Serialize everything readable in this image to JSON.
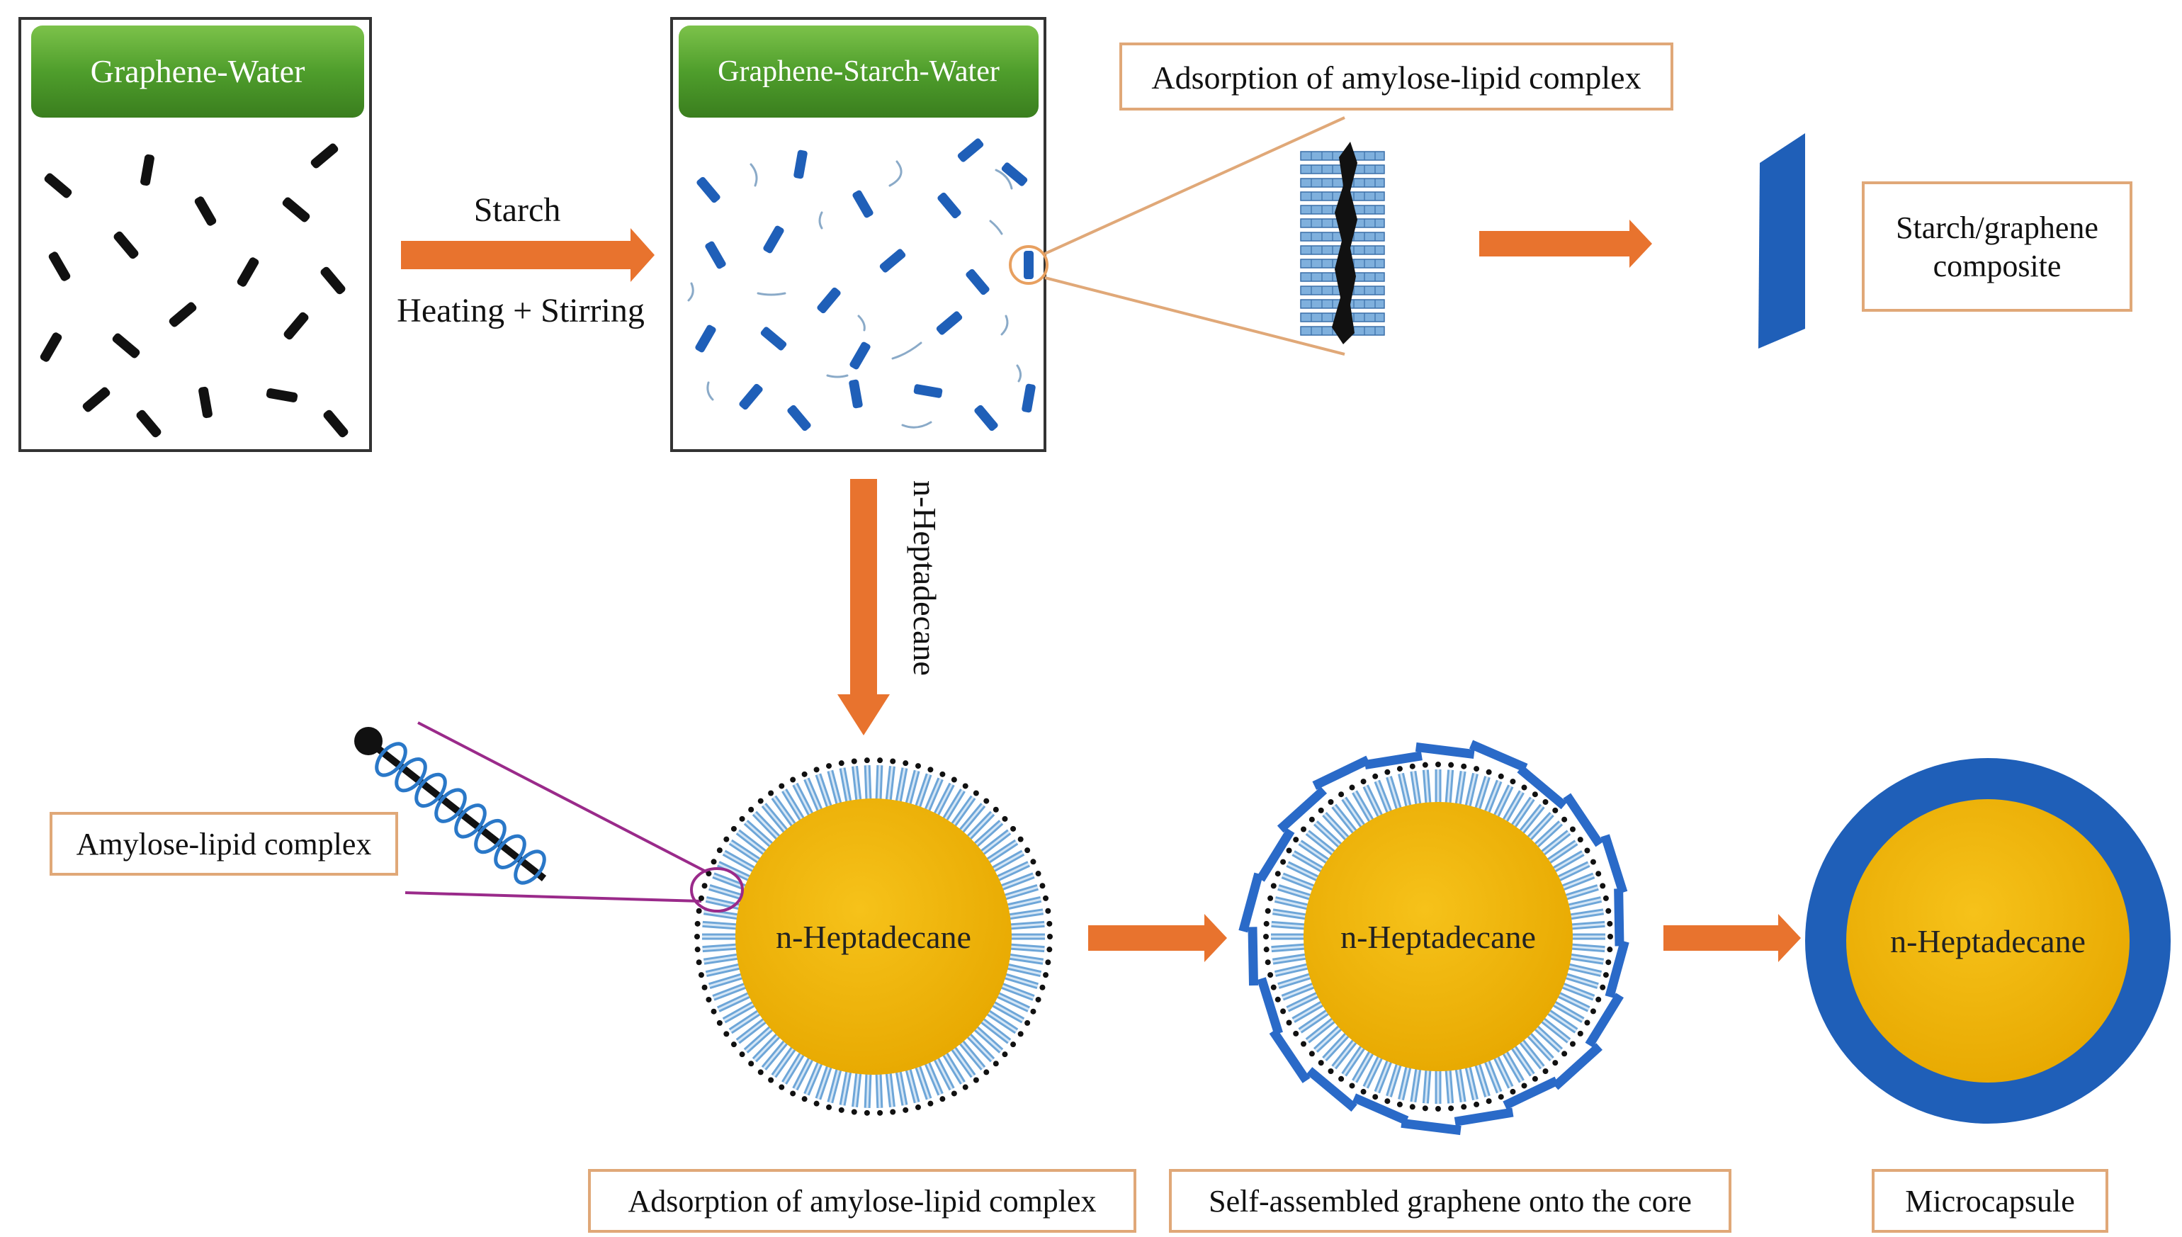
{
  "diagram": {
    "panel1": {
      "title": "Graphene-Water"
    },
    "panel2": {
      "title": "Graphene-Starch-Water"
    },
    "step1": {
      "top": "Starch",
      "bottom": "Heating + Stirring"
    },
    "zoom_box": {
      "label": "Adsorption of amylose-lipid complex"
    },
    "composite_box": {
      "line1": "Starch/graphene",
      "line2": "composite"
    },
    "vertical_step": {
      "label": "n-Heptadecane"
    },
    "complex_box": {
      "label": "Amylose-lipid complex"
    },
    "core1": {
      "label": "n-Heptadecane"
    },
    "core2": {
      "label": "n-Heptadecane"
    },
    "core3": {
      "label": "n-Heptadecane"
    },
    "bottom_boxes": {
      "b1": "Adsorption of amylose-lipid complex",
      "b2": "Self-assembled graphene onto the core",
      "b3": "Microcapsule"
    },
    "colors": {
      "green_header": "#4a9a2a",
      "arrow_orange": "#e8732e",
      "box_border": "#e0a878",
      "graphene_blue": "#1f5fb8",
      "lipid_blue": "#7fb0dd",
      "core_yellow": "#f0b400"
    }
  }
}
